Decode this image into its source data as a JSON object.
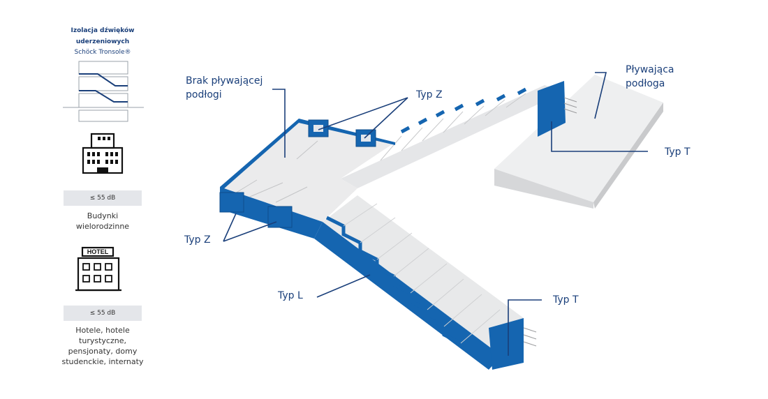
{
  "sidebar": {
    "title": "Izolacja dźwięków uderzeniowych",
    "subtitle": "Schöck Tronsole®",
    "groups": [
      {
        "icon": "apartment-building-icon",
        "db_label": "≤ 55 dB",
        "description": "Budynki wielorodzinne"
      },
      {
        "icon": "hotel-building-icon",
        "icon_text": "HOTEL",
        "db_label": "≤ 55 dB",
        "description": "Hotele, hotele turystyczne, pensjonaty, domy studenckie, internaty"
      }
    ]
  },
  "labels": {
    "no_floating_floor": "Brak pływającej podłogi",
    "floating_floor": "Pływająca podłoga",
    "type_z_top": "Typ Z",
    "type_z_left": "Typ Z",
    "type_t_right": "Typ T",
    "type_t_bottom": "Typ T",
    "type_l": "Typ L"
  },
  "colors": {
    "accent_blue": "#1565b0",
    "navy": "#1a3f7a",
    "concrete": "#ebebec",
    "concrete_shade": "#d9dadc"
  }
}
